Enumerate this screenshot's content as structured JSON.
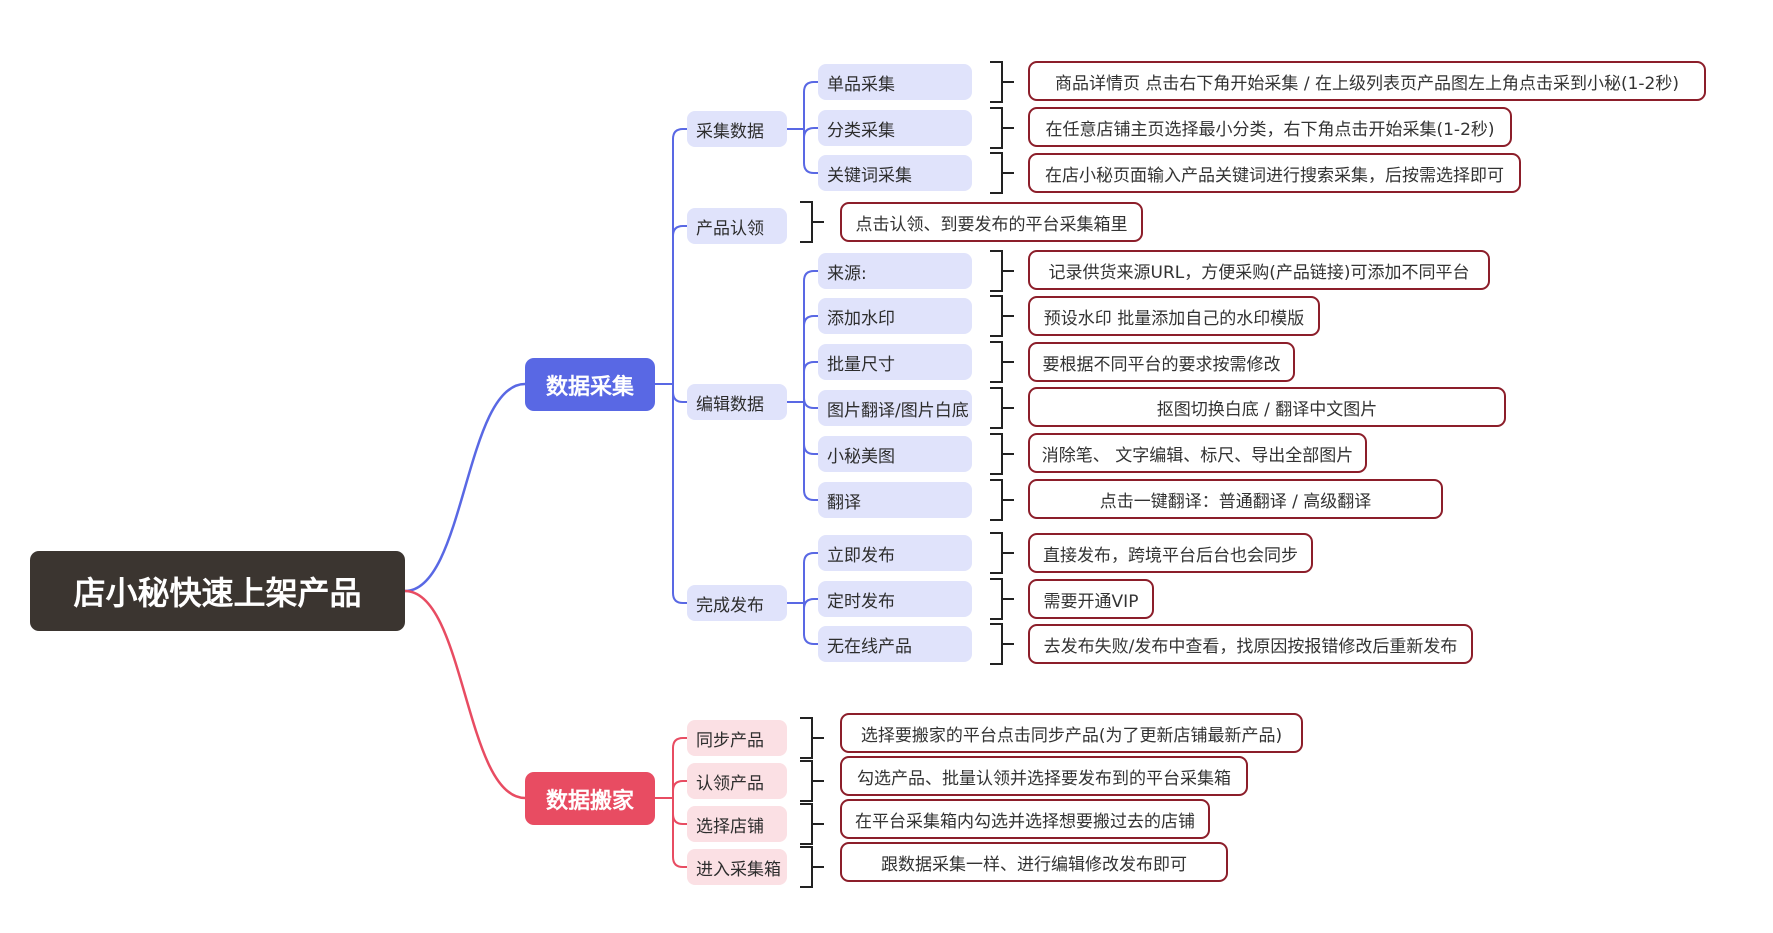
{
  "root": {
    "label": "店小秘快速上架产品"
  },
  "branches": [
    {
      "label": "数据采集",
      "color": "#5968e4",
      "children": [
        {
          "label": "采集数据",
          "children": [
            {
              "label": "单品采集",
              "desc": "商品详情页 点击右下角开始采集 / 在上级列表页产品图左上角点击采到小秘(1-2秒)"
            },
            {
              "label": "分类采集",
              "desc": "在任意店铺主页选择最小分类，右下角点击开始采集(1-2秒)"
            },
            {
              "label": "关键词采集",
              "desc": "在店小秘页面输入产品关键词进行搜索采集，后按需选择即可"
            }
          ]
        },
        {
          "label": "产品认领",
          "desc": "点击认领、到要发布的平台采集箱里"
        },
        {
          "label": "编辑数据",
          "children": [
            {
              "label": "来源:",
              "desc": "记录供货来源URL，方便采购(产品链接)可添加不同平台"
            },
            {
              "label": "添加水印",
              "desc": "预设水印 批量添加自己的水印模版"
            },
            {
              "label": "批量尺寸",
              "desc": "要根据不同平台的要求按需修改"
            },
            {
              "label": "图片翻译/图片白底",
              "desc": "抠图切换白底 / 翻译中文图片"
            },
            {
              "label": "小秘美图",
              "desc": "消除笔、 文字编辑、标尺、导出全部图片"
            },
            {
              "label": "翻译",
              "desc": "点击一键翻译：普通翻译 / 高级翻译"
            }
          ]
        },
        {
          "label": "完成发布",
          "children": [
            {
              "label": "立即发布",
              "desc": "直接发布，跨境平台后台也会同步"
            },
            {
              "label": "定时发布",
              "desc": "需要开通VIP"
            },
            {
              "label": "无在线产品",
              "desc": "去发布失败/发布中查看，找原因按报错修改后重新发布"
            }
          ]
        }
      ]
    },
    {
      "label": "数据搬家",
      "color": "#e84c62",
      "children": [
        {
          "label": "同步产品",
          "desc": "选择要搬家的平台点击同步产品(为了更新店铺最新产品)"
        },
        {
          "label": "认领产品",
          "desc": "勾选产品、批量认领并选择要发布到的平台采集箱"
        },
        {
          "label": "选择店铺",
          "desc": "在平台采集箱内勾选并选择想要搬过去的店铺"
        },
        {
          "label": "进入采集箱",
          "desc": "跟数据采集一样、进行编辑修改发布即可"
        }
      ]
    }
  ]
}
